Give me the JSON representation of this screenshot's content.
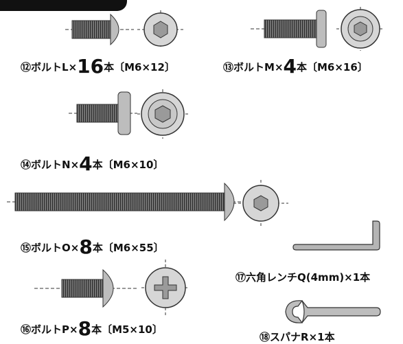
{
  "parts": [
    {
      "num": "⑫",
      "name": "ボルトL×",
      "qty": "16",
      "suffix": "本〔M6×12〕"
    },
    {
      "num": "⑬",
      "name": "ボルトM×",
      "qty": "4",
      "suffix": "本〔M6×16〕"
    },
    {
      "num": "⑭",
      "name": "ボルトN×",
      "qty": "4",
      "suffix": "本〔M6×10〕"
    },
    {
      "num": "⑮",
      "name": "ボルトO×",
      "qty": "8",
      "suffix": "本〔M6×55〕"
    },
    {
      "num": "⑯",
      "name": "ボルトP×",
      "qty": "8",
      "suffix": "本〔M5×10〕"
    },
    {
      "num": "⑰",
      "name": "六角レンチQ(4mm)×1本",
      "qty": "",
      "suffix": ""
    },
    {
      "num": "⑱",
      "name": "スパナR×1本",
      "qty": "",
      "suffix": ""
    }
  ]
}
